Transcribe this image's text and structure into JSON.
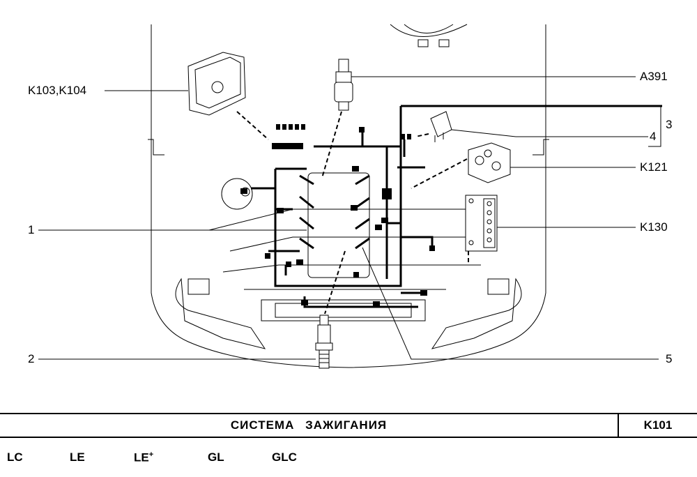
{
  "callouts": {
    "ecu": "K103,K104",
    "injector": "A391",
    "relay_group": "3",
    "fuse": "4",
    "coil": "K121",
    "battery": "K130",
    "harness": "1",
    "spark_plug": "2",
    "ground": "5"
  },
  "footer": {
    "title": "СИСТЕМА  ЗАЖИГАНИЯ",
    "code": "K101",
    "variants": [
      "LC",
      "LE",
      "LE",
      "GL",
      "GLC"
    ],
    "variant_plus": "+"
  }
}
